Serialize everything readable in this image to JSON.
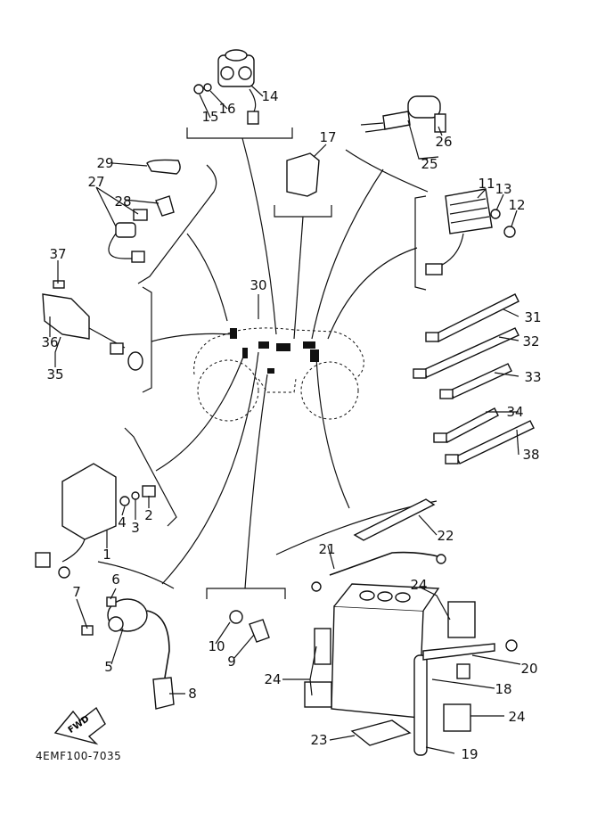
{
  "part_labels": [
    "1",
    "2",
    "3",
    "4",
    "5",
    "6",
    "7",
    "8",
    "9",
    "10",
    "11",
    "12",
    "13",
    "14",
    "15",
    "16",
    "17",
    "18",
    "19",
    "20",
    "21",
    "22",
    "23",
    "24",
    "25",
    "26",
    "27",
    "28",
    "29",
    "30",
    "31",
    "32",
    "33",
    "34",
    "35",
    "36",
    "37",
    "38"
  ],
  "extra_24": "24",
  "direction_marker": "FWD",
  "reference_code": "4EMF100-7035"
}
